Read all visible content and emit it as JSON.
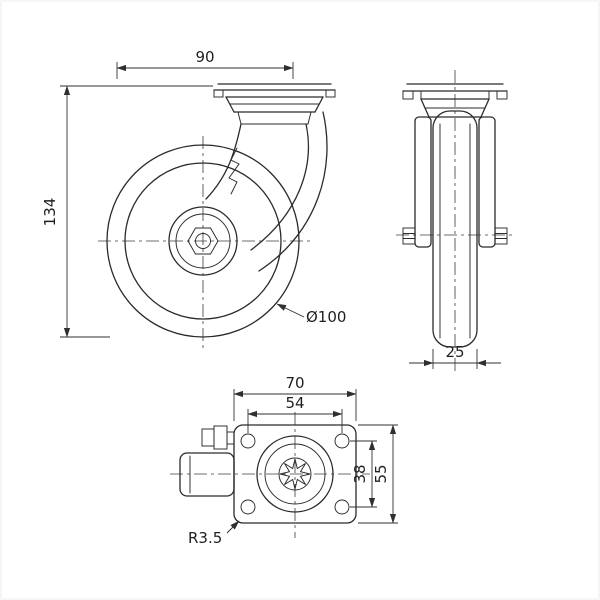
{
  "drawing": {
    "type": "caster-wheel-technical-drawing",
    "colors": {
      "background": "#ffffff",
      "line": "#2b2b2b",
      "text": "#1f1f1f"
    }
  },
  "side_view": {
    "dim_top_length": "90",
    "dim_overall_height": "134",
    "dim_wheel_diameter": "Ø100"
  },
  "front_view": {
    "dim_wheel_width": "25"
  },
  "top_view": {
    "dim_plate_length": "70",
    "dim_hole_pitch_length": "54",
    "dim_hole_pitch_width": "38",
    "dim_plate_width": "55",
    "dim_corner_radius": "R3.5"
  }
}
